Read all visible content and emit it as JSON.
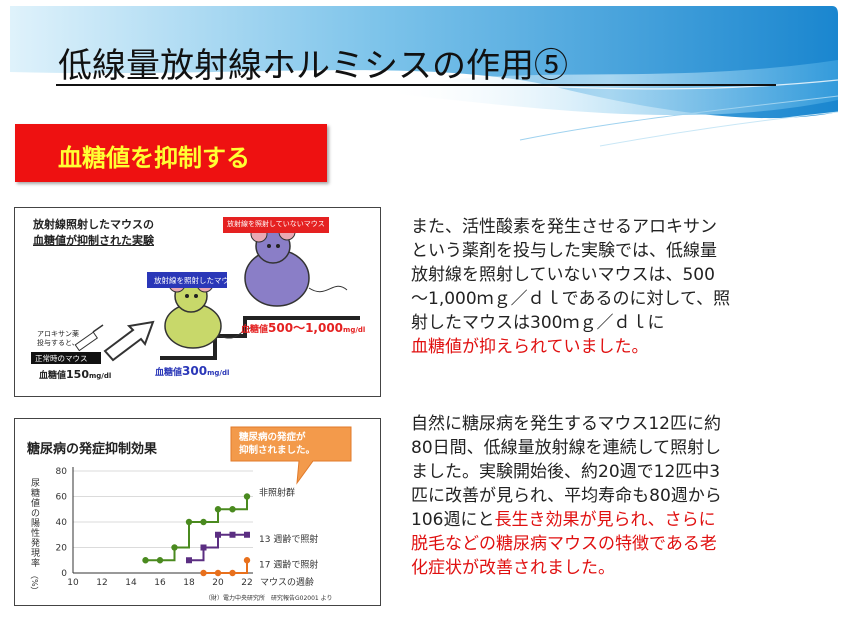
{
  "slide": {
    "title": "低線量放射線ホルミシスの作用⑤",
    "subtitle_box": "血糖値を抑制する"
  },
  "figure1": {
    "heading_line1": "放射線照射したマウスの",
    "heading_line2": "血糖値が抑制された実験",
    "label_not_irradiated": "放射線を照射していないマウス",
    "label_irradiated": "放射線を照射したマウス",
    "alloxan_line1": "アロキサン薬",
    "alloxan_line2": "投与すると、",
    "normal_mouse": "正常時のマウス",
    "glucose_normal_prefix": "血糖値",
    "glucose_normal_value": "150",
    "glucose_irr_prefix": "血糖値",
    "glucose_irr_value": "300",
    "glucose_notirr_prefix": "血糖値",
    "glucose_notirr_value": "500～1,000",
    "unit": "mg/dl"
  },
  "figure2": {
    "heading": "糖尿病の発症抑制効果",
    "callout_line1": "糖尿病の発症が",
    "callout_line2": "抑制されました。",
    "ylabel_chars": [
      "尿",
      "糖",
      "値",
      "の",
      "陽",
      "性",
      "発",
      "現",
      "率"
    ],
    "ylabel_unit": "（%）",
    "source": "（財）電力中央研究所　研究報告G02001 より"
  },
  "chart_data": {
    "type": "line",
    "title": "糖尿病の発症抑制効果",
    "xlabel": "マウスの週齢",
    "ylabel": "尿糖値の陽性発現率（%）",
    "xlim": [
      10,
      22
    ],
    "ylim": [
      0,
      80
    ],
    "x_ticks": [
      "10",
      "12",
      "14",
      "16",
      "18",
      "20",
      "22"
    ],
    "y_ticks": [
      "0",
      "20",
      "40",
      "60",
      "80"
    ],
    "step": true,
    "series": [
      {
        "name": "非照射群",
        "color": "#4a8a1f",
        "marker": "circle",
        "x": [
          15,
          16,
          17,
          18,
          19,
          20,
          21,
          22
        ],
        "y": [
          10,
          10,
          20,
          40,
          40,
          50,
          50,
          60
        ]
      },
      {
        "name": "13 週齢で照射",
        "color": "#5b2e82",
        "marker": "square",
        "x": [
          18,
          19,
          20,
          21,
          22
        ],
        "y": [
          10,
          20,
          30,
          30,
          30
        ]
      },
      {
        "name": "17 週齢で照射",
        "color": "#e8701c",
        "marker": "circle",
        "x": [
          19,
          20,
          21,
          22
        ],
        "y": [
          0,
          0,
          0,
          10
        ]
      }
    ]
  },
  "para1": {
    "line1": "また、活性酸素を発生させるアロキサン",
    "line2": "という薬剤を投与した実験では、低線量",
    "line3": "放射線を照射していないマウスは、500",
    "line4": "～1,000ｍｇ／ｄｌであるのに対して、照",
    "line5": "射したマウスは300ｍｇ／ｄｌに",
    "line6_red": "血糖値が抑えられていました。"
  },
  "para2": {
    "line1": "自然に糖尿病を発生するマウス12匹に約",
    "line2": "80日間、低線量放射線を連続して照射し",
    "line3": "ました。実験開始後、約20週で12匹中3",
    "line4": "匹に改善が見られ、平均寿命も80週から",
    "line5_black": "106週にと",
    "line5_red": "長生き効果が見られ、さらに",
    "line6_red": "脱毛などの糖尿病マウスの特徴である老",
    "line7_red": "化症状が改善されました。"
  },
  "colors": {
    "red_box": "#ee1111",
    "red_box_text": "#ffff33",
    "highlight_red": "#e01010",
    "wave_blue": "#1b8fd6"
  }
}
